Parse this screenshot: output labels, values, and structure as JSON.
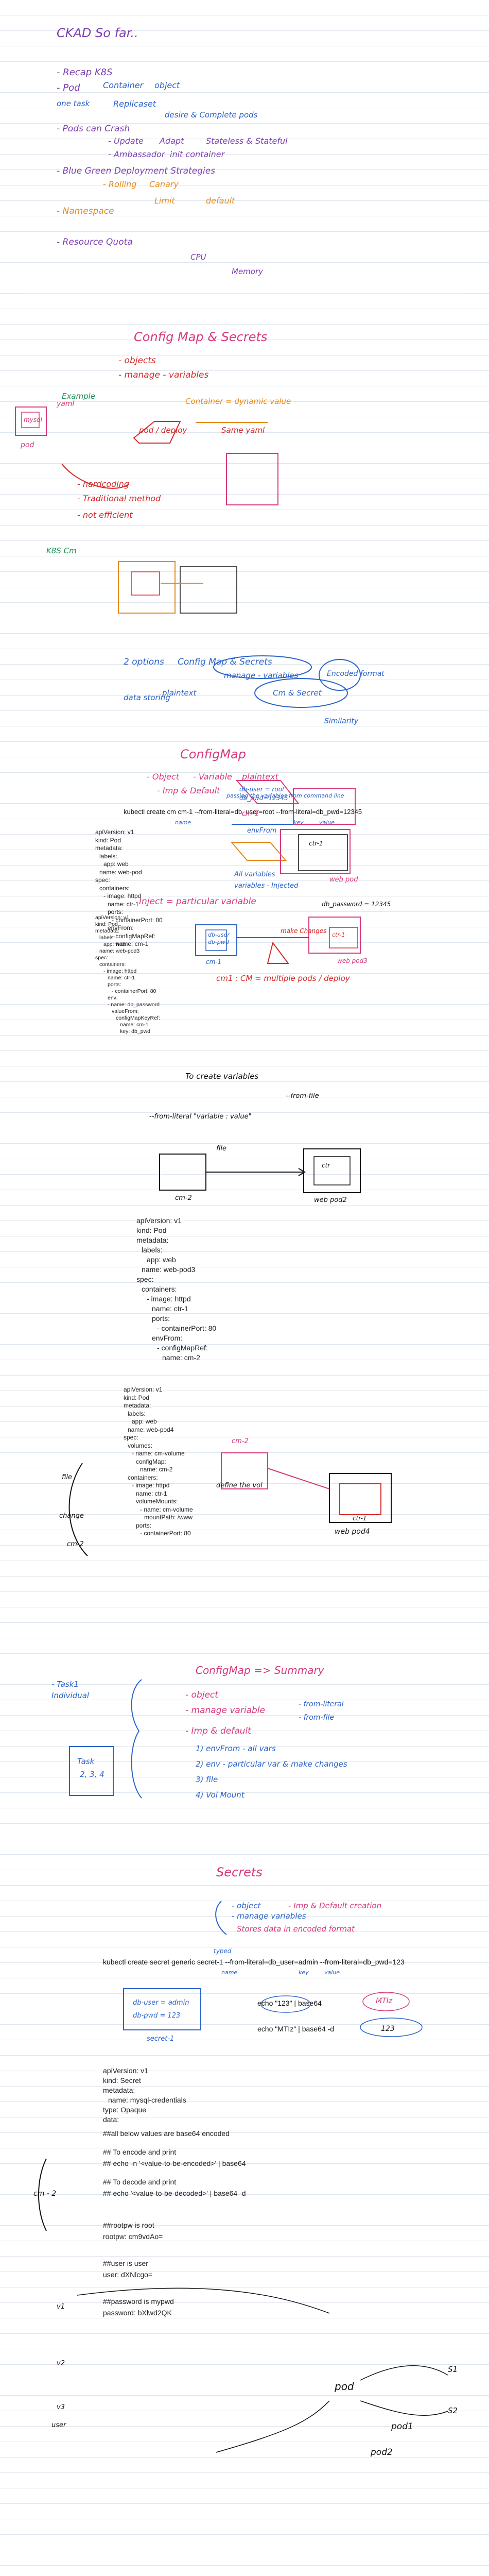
{
  "colors": {
    "blue": "#2b63c8",
    "purple": "#7a3fb0",
    "orange": "#e48a1e",
    "red": "#d62828",
    "pink": "#d73a7c",
    "green": "#1d8f55"
  },
  "recap": {
    "title": "CKAD So far..",
    "lines": [
      "- Recap K8S",
      "- Pod",
      "Container",
      "object",
      "one task",
      "Replicaset",
      "desire & Complete pods",
      "- Pods can Crash",
      "- Update",
      "Adapt",
      "Stateless & Stateful",
      "- Ambassador",
      "init container",
      "- Blue Green Deployment Strategies",
      "- Rolling",
      "Canary",
      "- Namespace",
      "Limit",
      "default",
      "- Resource Quota",
      "CPU",
      "Memory"
    ]
  },
  "configmap_secrets": {
    "title": "Config Map & Secrets",
    "lines": [
      "- objects",
      "- manage - variables",
      "Example",
      "Container = dynamic value",
      "pod / deploy",
      "Same yaml",
      "yaml",
      "mysql",
      "pod",
      "- hardcoding",
      "- Traditional method",
      "- not efficient",
      "K8S Cm",
      "2 options",
      "Config Map & Secrets",
      "manage - variables",
      "Encoded format",
      "plaintext",
      "Cm & Secret",
      "data storing",
      "Similarity"
    ]
  },
  "configmap": {
    "title": "ConfigMap",
    "summary": [
      "- Object",
      "- Variable",
      "plaintext",
      "- Imp & Default"
    ],
    "note": "passing the variables from command line",
    "command": "kubectl create cm cm-1 --from-literal=db_user=root --from-literal=db_pwd=12345",
    "annotations": [
      "name",
      "key",
      "value"
    ],
    "yaml": [
      "apiVersion: v1",
      "kind: Pod",
      "metadata:",
      "labels:",
      "app: web",
      "name: web-pod",
      "spec:",
      "containers:",
      "- image: httpd",
      "name: ctr-1",
      "ports:",
      "- containerPort: 80",
      "envFrom:",
      "- configMapRef:",
      "name: cm-1"
    ],
    "diagram_labels": [
      "db-user = root",
      "db_pwd=12345",
      "cm-1",
      "web pod",
      "envFrom",
      "ctr-1",
      "All variables",
      "variables - Injected"
    ]
  },
  "inject": {
    "heading": "Inject = particular variable",
    "yaml": [
      "apiVersion: v1",
      "kind: Pod",
      "metadata:",
      "labels:",
      "app: web",
      "name: web-pod3",
      "spec:",
      "containers:",
      "- image: httpd",
      "name: ctr-1",
      "ports:",
      "- containerPort: 80",
      "env:",
      "- name: db_password",
      "valueFrom:",
      "configMapKeyRef:",
      "name: cm-1",
      "key: db_pwd"
    ],
    "diagram_labels": [
      "db_password = 12345",
      "cm-1",
      "db-user",
      "db-pwd",
      "make Changes",
      "ctr-1",
      "web pod3",
      "cm1 : CM = multiple pods / deploy"
    ]
  },
  "file": {
    "heading": "To create variables",
    "lines": [
      "--from-file",
      "--from-literal \"variable : value\"",
      "file",
      "cm-2",
      "web pod2",
      "ctr"
    ],
    "yaml": [
      "apiVersion: v1",
      "kind: Pod",
      "metadata:",
      "labels:",
      "app: web",
      "name: web-pod3",
      "spec:",
      "containers:",
      "- image: httpd",
      "name: ctr-1",
      "ports:",
      "- containerPort: 80",
      "envFrom:",
      "- configMapRef:",
      "name: cm-2"
    ]
  },
  "volume": {
    "yaml": [
      "apiVersion: v1",
      "kind: Pod",
      "metadata:",
      "labels:",
      "app: web",
      "name: web-pod4",
      "spec:",
      "volumes:",
      "- name: cm-volume",
      "configMap:",
      "name: cm-2",
      "containers:",
      "- image: httpd",
      "name: ctr-1",
      "volumeMounts:",
      "- name: cm-volume",
      "mountPath: /www",
      "ports:",
      "- containerPort: 80"
    ],
    "labels": [
      "cm-2",
      "define the vol",
      "ctr-1",
      "web pod4",
      "file",
      "change",
      "cm-2"
    ]
  },
  "summary": {
    "title": "ConfigMap => Summary",
    "task": [
      "- Task1",
      "Individual",
      "Task",
      "2, 3, 4"
    ],
    "lines": [
      "- object",
      "- manage variable",
      "- from-literal",
      "- from-file",
      "- Imp & default",
      "1) envFrom - all vars",
      "2) env - particular var & make changes",
      "3) file",
      "4) Vol Mount"
    ]
  },
  "secrets": {
    "title": "Secrets",
    "intro": [
      "- object",
      "- manage variables",
      "- Imp & Default creation",
      "Stores data in encoded format"
    ],
    "typed_label": "typed",
    "command": "kubectl create secret generic secret-1 --from-literal=db_user=admin --from-literal=db_pwd=123",
    "annotations": [
      "name",
      "key",
      "value"
    ],
    "box": [
      "db-user = admin",
      "db-pwd = 123",
      "secret-1"
    ],
    "encode": [
      "echo \"123\" | base64",
      "MTIz",
      "echo \"MTIz\" | base64 -d",
      "123"
    ],
    "yaml": [
      "apiVersion: v1",
      "kind: Secret",
      "metadata:",
      "name: mysql-credentials",
      "type: Opaque",
      "data:"
    ],
    "comments": [
      "##all below values are base64 encoded",
      "## To encode and print",
      "## echo -n '<value-to-be-encoded>' | base64",
      "## To decode and print",
      "## echo '<value-to-be-decoded>' | base64 -d",
      "##rootpw is root",
      "rootpw: cm9vdAo=",
      "##user is user",
      "user: dXNlcgo=",
      "##password is mypwd",
      "password: bXlwd2QK"
    ],
    "side": [
      "cm - 2",
      "v1",
      "v2",
      "v3",
      "user",
      "S1",
      "S2",
      "pod",
      "pod1",
      "pod2"
    ]
  }
}
